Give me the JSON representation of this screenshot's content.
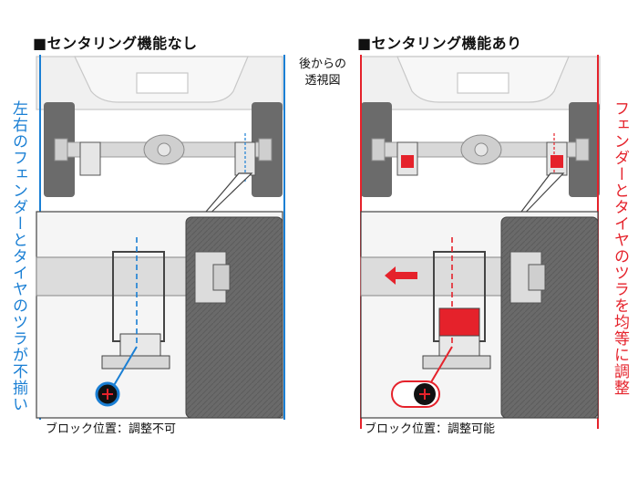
{
  "left_panel": {
    "title": "■センタリング機能なし",
    "side_label": "左右のフェンダーとタイヤのツラが不揃い",
    "caption": "ブロック位置：調整不可"
  },
  "right_panel": {
    "title": "■センタリング機能あり",
    "side_label": "フェンダーとタイヤのツラを均等に調整",
    "caption": "ブロック位置：調整可能"
  },
  "center_note": [
    "後からの",
    "透視図"
  ],
  "colors": {
    "line_blue": "#1a7fd4",
    "accent_red": "#e5222b",
    "tire": "#6b6b6b",
    "axle": "#d6d6d6",
    "body": "#efefef"
  },
  "icons": {
    "bolt": "plus-bolt-icon",
    "arrow": "left-arrow-icon"
  }
}
